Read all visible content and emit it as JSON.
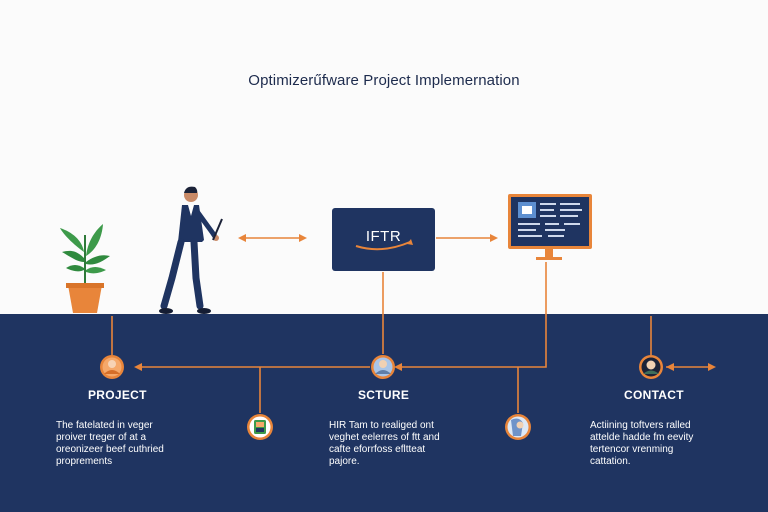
{
  "title": "Optimizerűfware Project Implemernation",
  "center_box": {
    "label": "IFTR"
  },
  "sections": [
    {
      "heading": "PROJECT",
      "text": "The fatelated in veger\nproiver treger of at a\noreonizeer beef cuthried\nproprements"
    },
    {
      "heading": "SCTURE",
      "text": "HIR Tam to realiged ont\nveghet eelerres of ftt and\ncafte eforrfoss efltteat\npajore."
    },
    {
      "heading": "CONTACT",
      "text": "Actiining toftvers ralled\nattelde hadde fm eevity\ntertencor vrenming\ncattation."
    }
  ],
  "colors": {
    "navy": "#1f3461",
    "orange": "#e8853a",
    "background": "#fbfbfb"
  },
  "icons": [
    "plant-icon",
    "businessman-figure",
    "monitor-icon",
    "avatar-icon",
    "phone-icon"
  ]
}
